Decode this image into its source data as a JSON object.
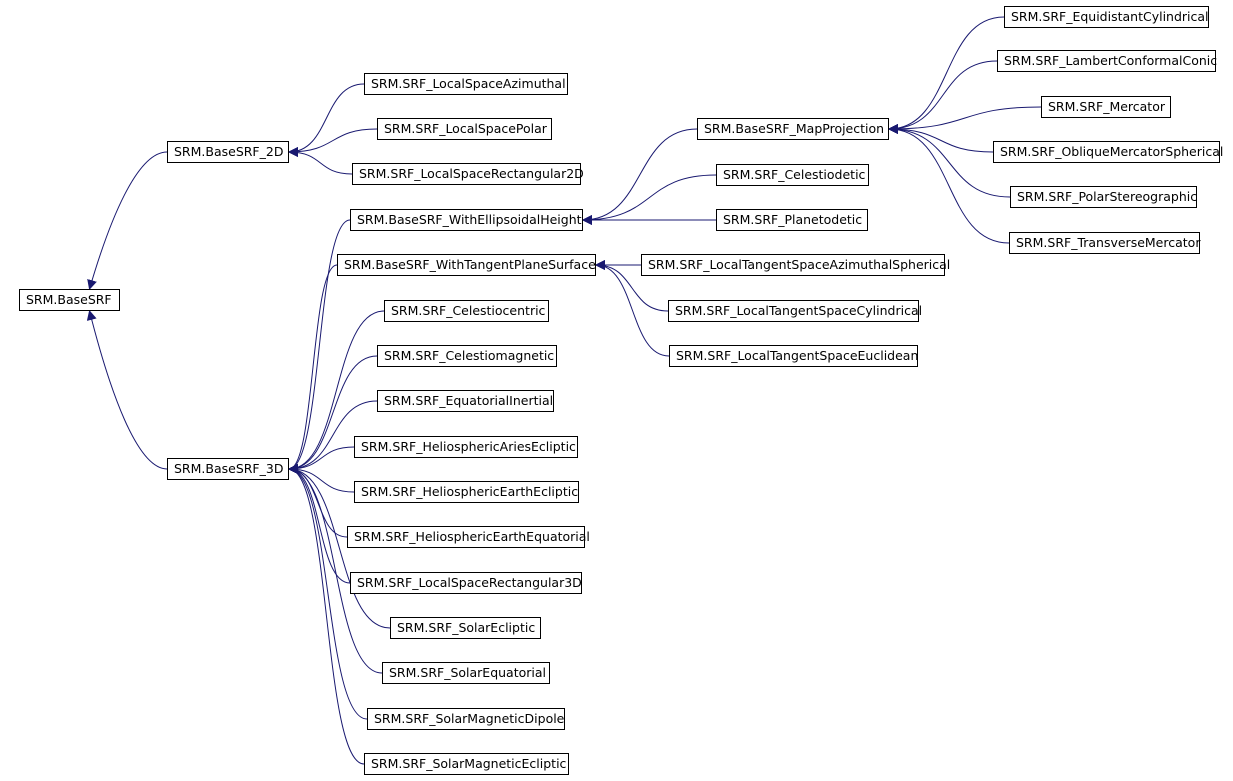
{
  "diagram": {
    "colors": {
      "edge": "#191970",
      "border": "#000000",
      "text": "#000000",
      "background": "#ffffff"
    },
    "nodes": [
      {
        "id": "BaseSRF",
        "label": "SRM.BaseSRF"
      },
      {
        "id": "BaseSRF_2D",
        "label": "SRM.BaseSRF_2D"
      },
      {
        "id": "BaseSRF_3D",
        "label": "SRM.BaseSRF_3D"
      },
      {
        "id": "LSAzimuthal",
        "label": "SRM.SRF_LocalSpaceAzimuthal"
      },
      {
        "id": "LSPolar",
        "label": "SRM.SRF_LocalSpacePolar"
      },
      {
        "id": "LSRect2D",
        "label": "SRM.SRF_LocalSpaceRectangular2D"
      },
      {
        "id": "WithEllHeight",
        "label": "SRM.BaseSRF_WithEllipsoidalHeight"
      },
      {
        "id": "WithTPS",
        "label": "SRM.BaseSRF_WithTangentPlaneSurface"
      },
      {
        "id": "Celestiocentric",
        "label": "SRM.SRF_Celestiocentric"
      },
      {
        "id": "Celestiomagnetic",
        "label": "SRM.SRF_Celestiomagnetic"
      },
      {
        "id": "EquatorialInertial",
        "label": "SRM.SRF_EquatorialInertial"
      },
      {
        "id": "HelioAriesEcl",
        "label": "SRM.SRF_HeliosphericAriesEcliptic"
      },
      {
        "id": "HelioEarthEcl",
        "label": "SRM.SRF_HeliosphericEarthEcliptic"
      },
      {
        "id": "HelioEarthEq",
        "label": "SRM.SRF_HeliosphericEarthEquatorial"
      },
      {
        "id": "LSRect3D",
        "label": "SRM.SRF_LocalSpaceRectangular3D"
      },
      {
        "id": "SolarEcliptic",
        "label": "SRM.SRF_SolarEcliptic"
      },
      {
        "id": "SolarEquatorial",
        "label": "SRM.SRF_SolarEquatorial"
      },
      {
        "id": "SolarMagDipole",
        "label": "SRM.SRF_SolarMagneticDipole"
      },
      {
        "id": "SolarMagEcl",
        "label": "SRM.SRF_SolarMagneticEcliptic"
      },
      {
        "id": "MapProjection",
        "label": "SRM.BaseSRF_MapProjection"
      },
      {
        "id": "Celestiodetic",
        "label": "SRM.SRF_Celestiodetic"
      },
      {
        "id": "Planetodetic",
        "label": "SRM.SRF_Planetodetic"
      },
      {
        "id": "LTSAzSph",
        "label": "SRM.SRF_LocalTangentSpaceAzimuthalSpherical"
      },
      {
        "id": "LTSCyl",
        "label": "SRM.SRF_LocalTangentSpaceCylindrical"
      },
      {
        "id": "LTSEuc",
        "label": "SRM.SRF_LocalTangentSpaceEuclidean"
      },
      {
        "id": "EquidistCyl",
        "label": "SRM.SRF_EquidistantCylindrical"
      },
      {
        "id": "LambertCC",
        "label": "SRM.SRF_LambertConformalConic"
      },
      {
        "id": "Mercator",
        "label": "SRM.SRF_Mercator"
      },
      {
        "id": "ObliqueMercSph",
        "label": "SRM.SRF_ObliqueMercatorSpherical"
      },
      {
        "id": "PolarStereo",
        "label": "SRM.SRF_PolarStereographic"
      },
      {
        "id": "TransverseMerc",
        "label": "SRM.SRF_TransverseMercator"
      }
    ],
    "edges": [
      {
        "from": "BaseSRF_2D",
        "to": "BaseSRF"
      },
      {
        "from": "BaseSRF_3D",
        "to": "BaseSRF"
      },
      {
        "from": "LSAzimuthal",
        "to": "BaseSRF_2D"
      },
      {
        "from": "LSPolar",
        "to": "BaseSRF_2D"
      },
      {
        "from": "LSRect2D",
        "to": "BaseSRF_2D"
      },
      {
        "from": "WithEllHeight",
        "to": "BaseSRF_3D"
      },
      {
        "from": "WithTPS",
        "to": "BaseSRF_3D"
      },
      {
        "from": "Celestiocentric",
        "to": "BaseSRF_3D"
      },
      {
        "from": "Celestiomagnetic",
        "to": "BaseSRF_3D"
      },
      {
        "from": "EquatorialInertial",
        "to": "BaseSRF_3D"
      },
      {
        "from": "HelioAriesEcl",
        "to": "BaseSRF_3D"
      },
      {
        "from": "HelioEarthEcl",
        "to": "BaseSRF_3D"
      },
      {
        "from": "HelioEarthEq",
        "to": "BaseSRF_3D"
      },
      {
        "from": "LSRect3D",
        "to": "BaseSRF_3D"
      },
      {
        "from": "SolarEcliptic",
        "to": "BaseSRF_3D"
      },
      {
        "from": "SolarEquatorial",
        "to": "BaseSRF_3D"
      },
      {
        "from": "SolarMagDipole",
        "to": "BaseSRF_3D"
      },
      {
        "from": "SolarMagEcl",
        "to": "BaseSRF_3D"
      },
      {
        "from": "MapProjection",
        "to": "WithEllHeight"
      },
      {
        "from": "Celestiodetic",
        "to": "WithEllHeight"
      },
      {
        "from": "Planetodetic",
        "to": "WithEllHeight"
      },
      {
        "from": "LTSAzSph",
        "to": "WithTPS"
      },
      {
        "from": "LTSCyl",
        "to": "WithTPS"
      },
      {
        "from": "LTSEuc",
        "to": "WithTPS"
      },
      {
        "from": "EquidistCyl",
        "to": "MapProjection"
      },
      {
        "from": "LambertCC",
        "to": "MapProjection"
      },
      {
        "from": "Mercator",
        "to": "MapProjection"
      },
      {
        "from": "ObliqueMercSph",
        "to": "MapProjection"
      },
      {
        "from": "PolarStereo",
        "to": "MapProjection"
      },
      {
        "from": "TransverseMerc",
        "to": "MapProjection"
      }
    ]
  }
}
